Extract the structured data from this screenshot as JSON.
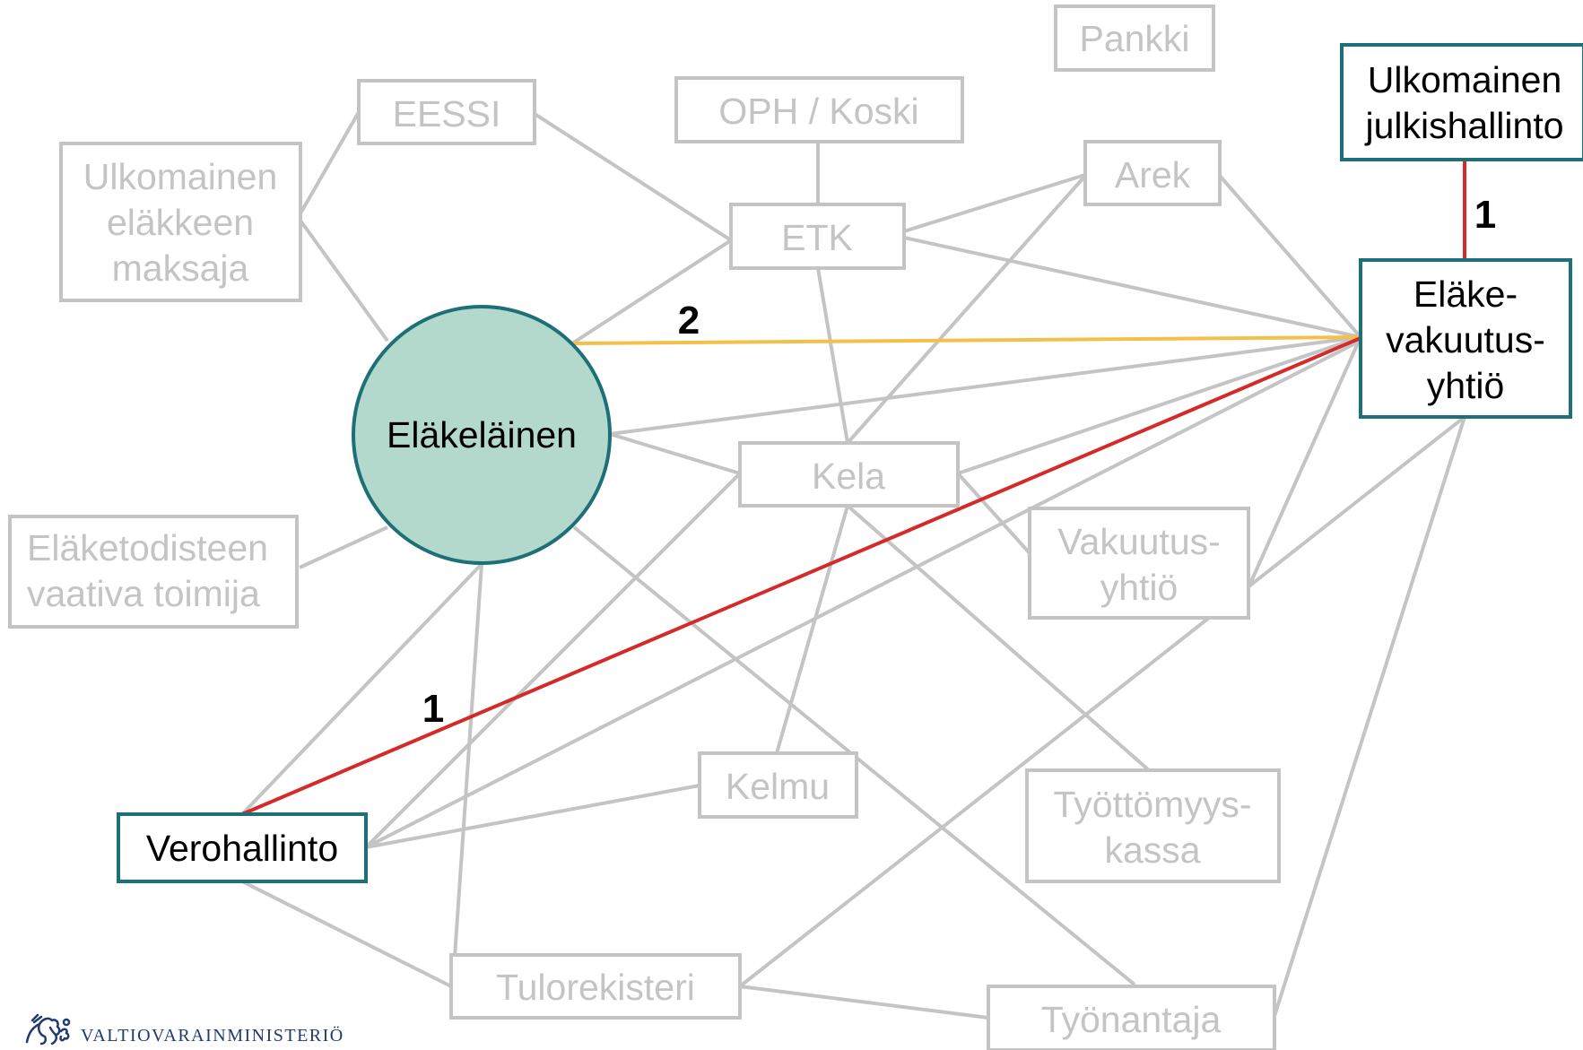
{
  "nodes": {
    "pankki": "Pankki",
    "eessi": "EESSI",
    "oph_koski": "OPH / Koski",
    "ulkomainen_elakkeen_maksaja": [
      "Ulkomainen",
      "eläkkeen",
      "maksaja"
    ],
    "arek": "Arek",
    "etk": "ETK",
    "elakelainen": "Eläkeläinen",
    "kela": "Kela",
    "elaketodisteen_vaativa_toimija": [
      "Eläketodisteen",
      "vaativa toimija"
    ],
    "vakuutusyhtio": [
      "Vakuutus-",
      "yhtiö"
    ],
    "kelmu": "Kelmu",
    "tyottomyyskassa": [
      "Työttömyys-",
      "kassa"
    ],
    "verohallinto": "Verohallinto",
    "tulorekisteri": "Tulorekisteri",
    "tyonantaja": "Työnantaja",
    "ulkomainen_julkishallinto": [
      "Ulkomainen",
      "julkishallinto"
    ],
    "elakevakuutusyhtio": [
      "Eläke-",
      "vakuutus-",
      "yhtiö"
    ]
  },
  "connection_labels": {
    "pensioner_to_insurer": "2",
    "tax_to_insurer": "1",
    "foreign_admin_to_insurer": "1"
  },
  "colors": {
    "inactive": "#c4c4c4",
    "active_border": "#1d6f78",
    "pensioner_fill": "#b3d8cc",
    "highlight_red": "#d42a2a",
    "highlight_yellow": "#f3c04a"
  },
  "logo": {
    "text": "VALTIOVARAINMINISTERIÖ"
  }
}
